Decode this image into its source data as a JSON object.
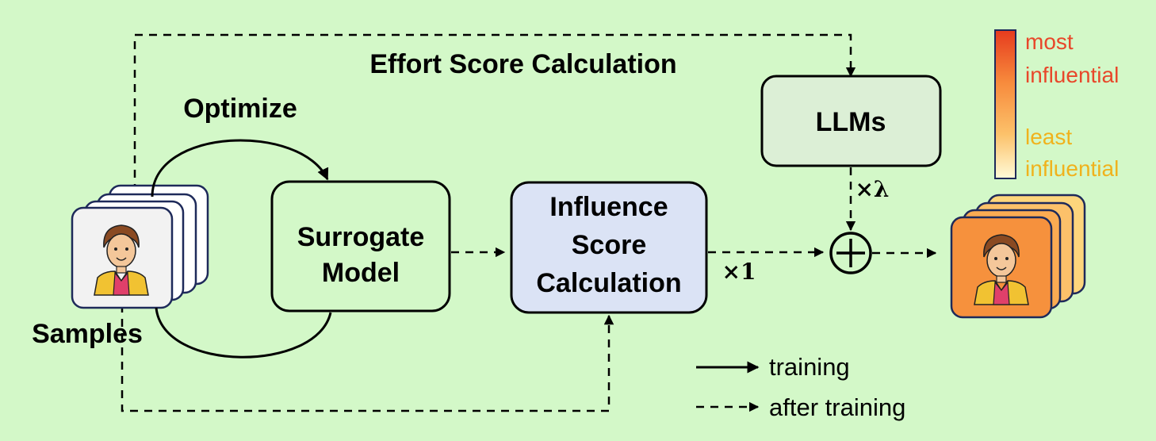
{
  "labels": {
    "effort_title": "Effort Score Calculation",
    "optimize": "Optimize",
    "samples": "Samples",
    "surrogate_line1": "Surrogate",
    "surrogate_line2": "Model",
    "influence_line1": "Influence",
    "influence_line2": "Score",
    "influence_line3": "Calculation",
    "llms": "LLMs",
    "times_one": "×1",
    "times_lambda": "×λ"
  },
  "colorbar": {
    "top_line1": "most",
    "top_line2": "influential",
    "bottom_line1": "least",
    "bottom_line2": "influential"
  },
  "legend": {
    "solid": "training",
    "dashed": "after training"
  },
  "colors": {
    "background": "#d3f8c8",
    "surrogate_fill": "#d3f8c8",
    "influence_fill": "#dbe3f5",
    "llms_fill": "#dcefd6",
    "output_fill": "#f6913d",
    "most_text": "#e8472a",
    "least_text": "#f0b21c"
  },
  "icons": {
    "person": "person-avatar-icon",
    "plus": "circled-plus-icon"
  }
}
